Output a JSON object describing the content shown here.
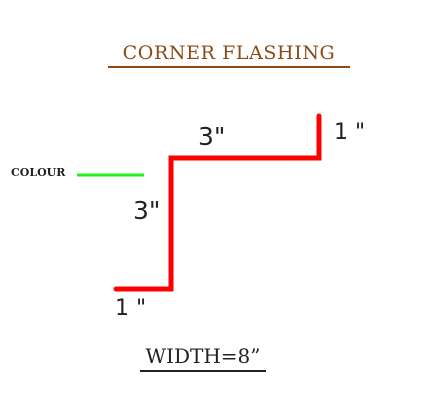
{
  "title": "CORNER  FLASHING",
  "colour_label": "COLOUR",
  "dimensions": {
    "top_horizontal": "3\"",
    "vertical": "3\"",
    "top_return": "1 \"",
    "bottom_return": "1 \""
  },
  "width_label": "WIDTH=8”",
  "colors": {
    "profile_line": "#ff0000",
    "colour_indicator": "#22ee22",
    "title": "#8b4a16"
  }
}
